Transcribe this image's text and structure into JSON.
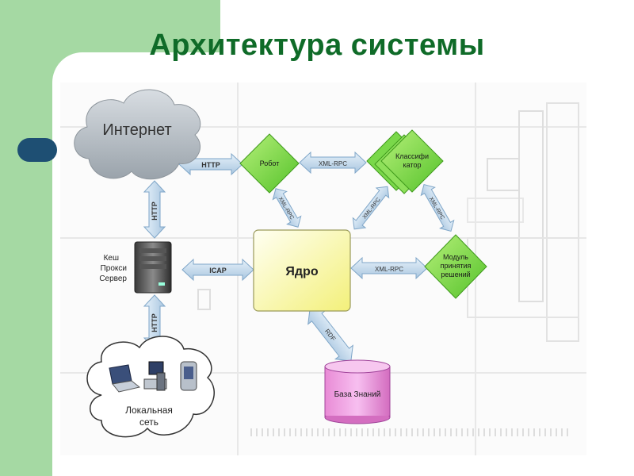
{
  "slide": {
    "title": "Архитектура системы",
    "colors": {
      "title": "#0f6b28",
      "left_band": "#a5d9a3",
      "accent_pill": "#1e4f73"
    }
  },
  "diagram": {
    "nodes": {
      "internet": "Интернет",
      "robot": "Робот",
      "classifier_line1": "Классифи",
      "classifier_line2": "катор",
      "proxy_line1": "Кеш",
      "proxy_line2": "Прокси",
      "proxy_line3": "Сервер",
      "core": "Ядро",
      "decision_line1": "Модуль",
      "decision_line2": "принятия",
      "decision_line3": "решений",
      "knowledge_base": "База Знаний",
      "lan_line1": "Локальная",
      "lan_line2": "сеть"
    },
    "links": {
      "internet_robot": "HTTP",
      "robot_classifier": "XML-RPC",
      "robot_core": "XML-RPC",
      "classifier_core": "XML-RPC",
      "classifier_decision": "XML-RPC",
      "internet_proxy": "HTTP",
      "proxy_core": "ICAP",
      "core_decision": "XML-RPC",
      "proxy_lan": "HTTP",
      "core_kb": "RDF"
    }
  }
}
